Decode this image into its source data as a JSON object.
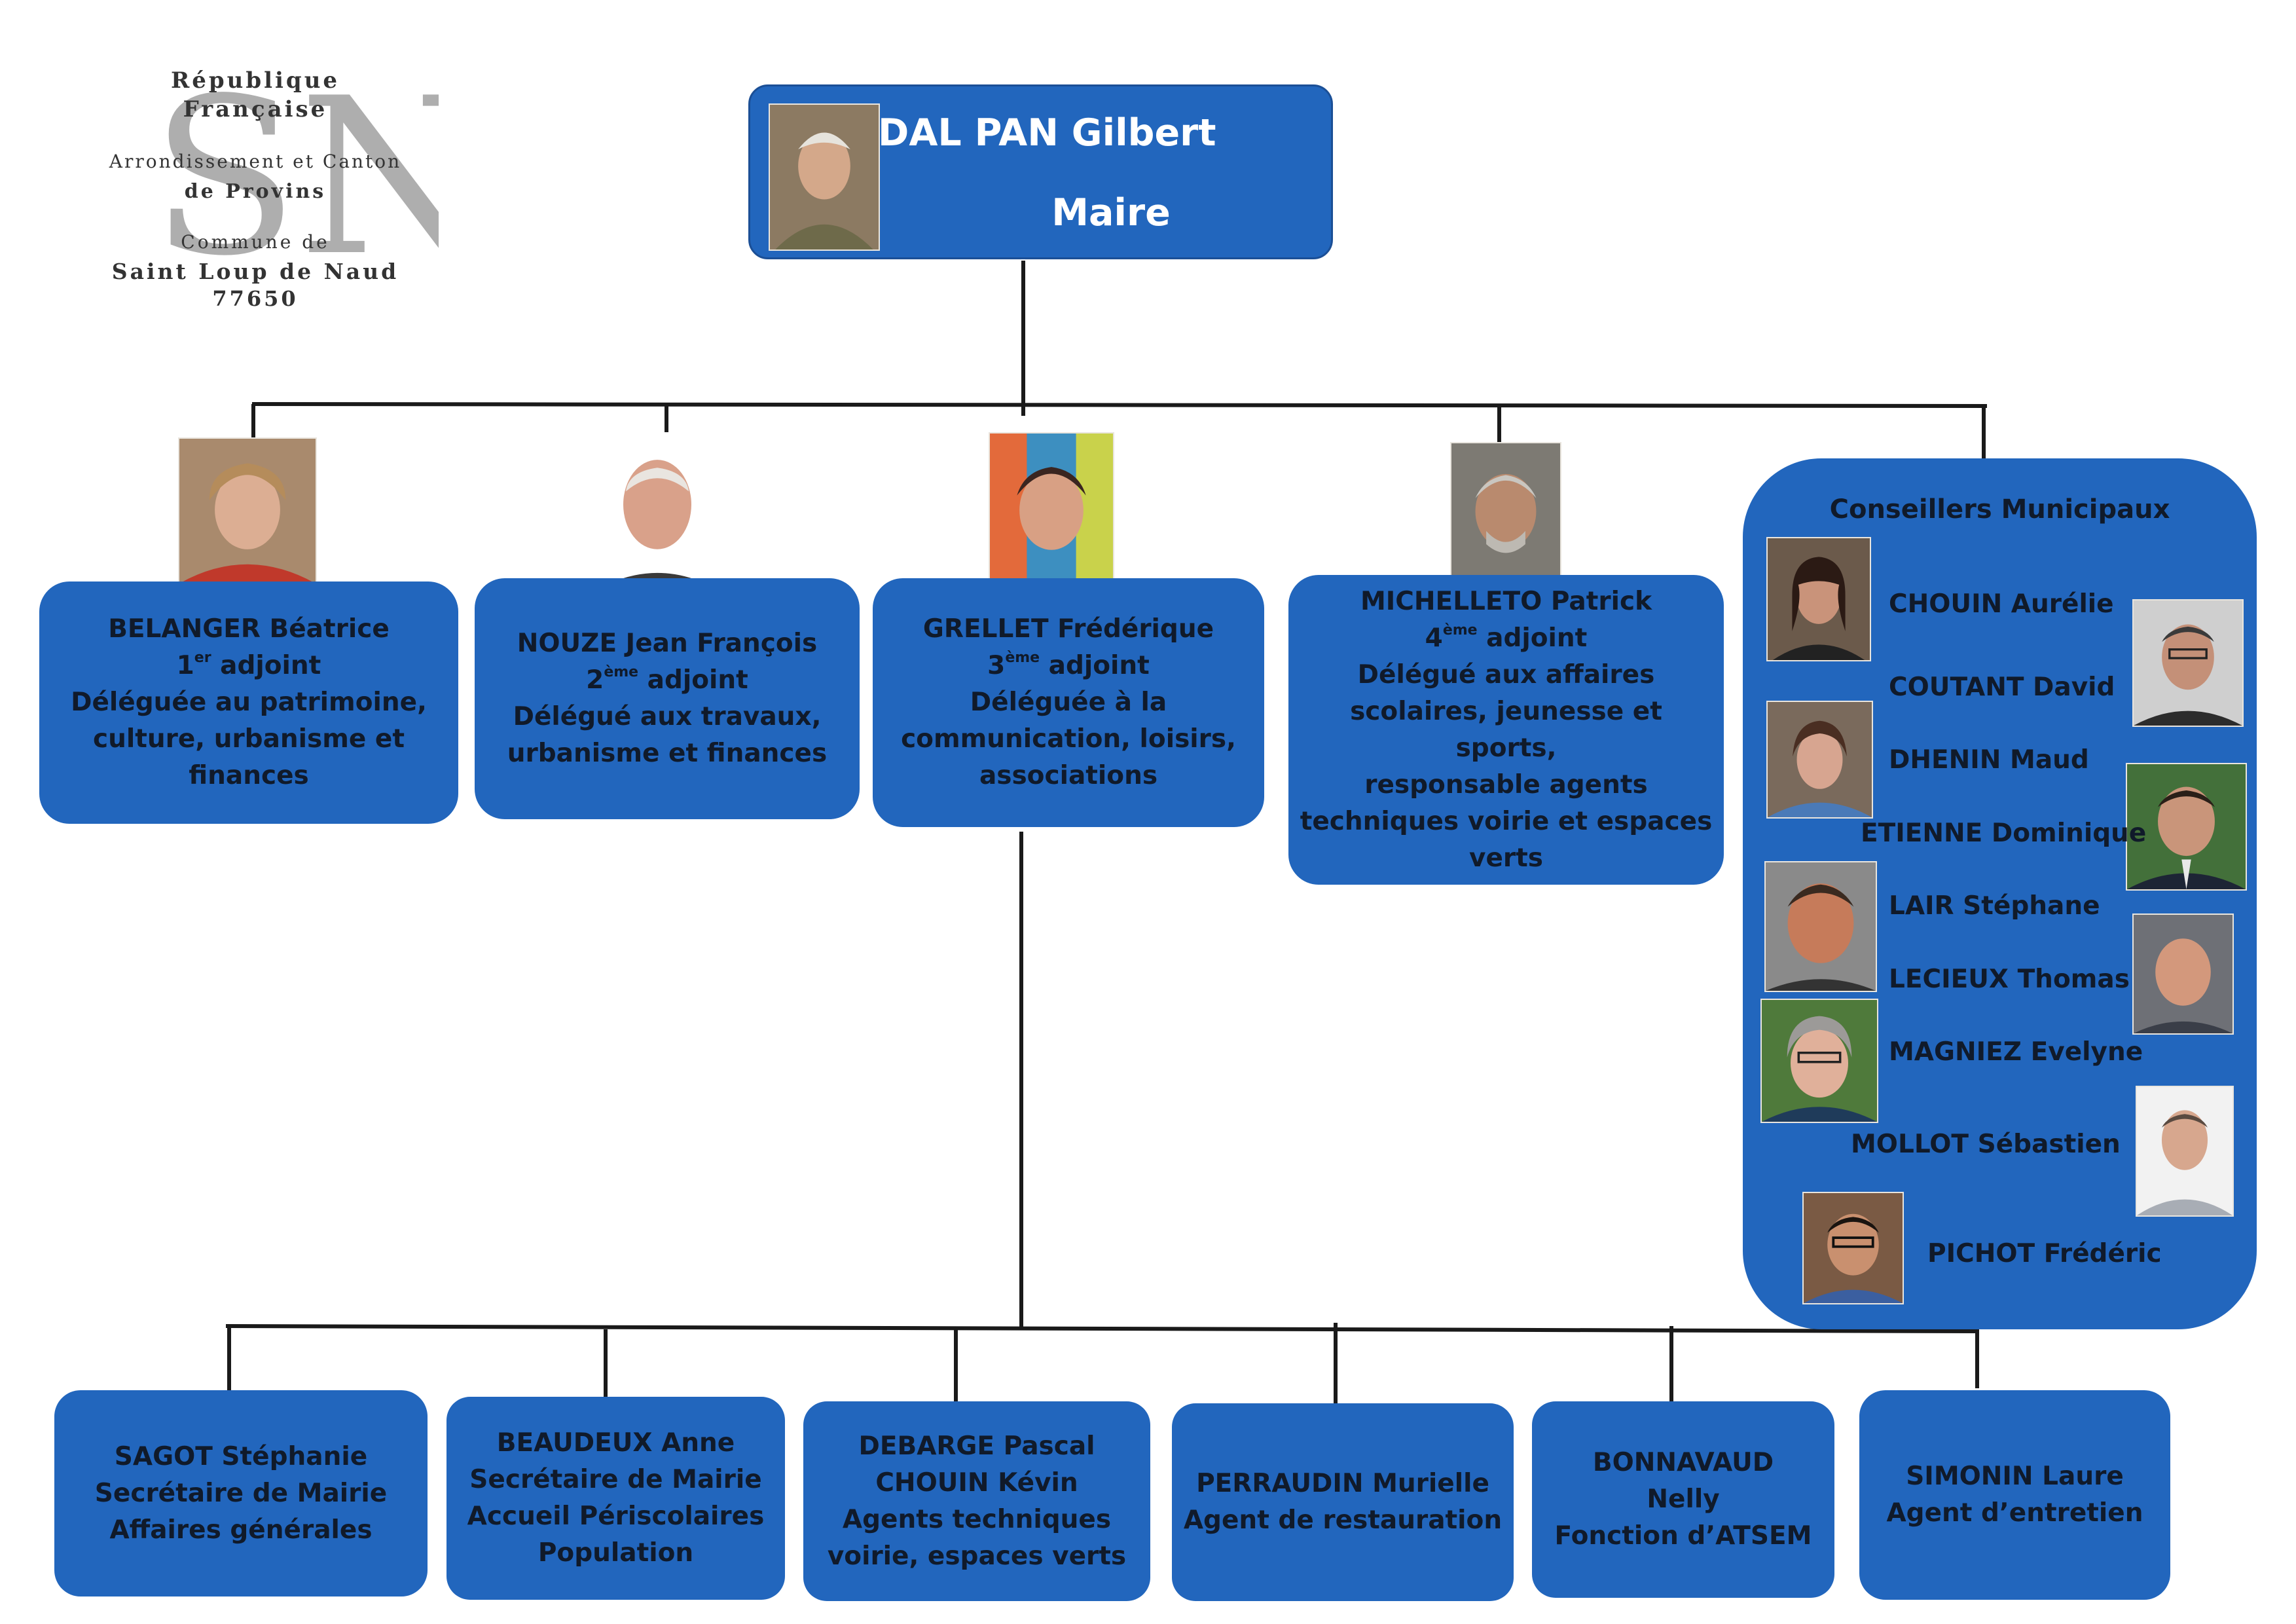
{
  "crest": {
    "line1": "République",
    "line2": "Française",
    "line3": "Arrondissement et Canton",
    "line4": "de Provins",
    "line5": "Commune de",
    "line6": "Saint Loup de Naud",
    "line7": "77650",
    "monogram": "SN"
  },
  "mayor": {
    "name": "DAL PAN Gilbert",
    "role": "Maire"
  },
  "adjoints": [
    {
      "name": "BELANGER Béatrice",
      "rank_num": "1",
      "rank_sup": "er",
      "rank_word": "adjoint",
      "lines": [
        "Déléguée au patrimoine,",
        "culture, urbanisme et",
        "finances"
      ]
    },
    {
      "name": "NOUZE Jean François",
      "rank_num": "2",
      "rank_sup": "ème",
      "rank_word": "adjoint",
      "lines": [
        "Délégué aux travaux,",
        "urbanisme et finances"
      ]
    },
    {
      "name": "GRELLET Frédérique",
      "rank_num": "3",
      "rank_sup": "ème",
      "rank_word": "adjoint",
      "lines": [
        "Déléguée à la",
        "communication, loisirs,",
        "associations"
      ]
    },
    {
      "name": "MICHELLETO Patrick",
      "rank_num": "4",
      "rank_sup": "ème",
      "rank_word": "adjoint",
      "lines": [
        "Délégué aux affaires",
        "scolaires, jeunesse et sports,",
        "responsable agents",
        "techniques voirie et espaces",
        "verts"
      ]
    }
  ],
  "council": {
    "title": "Conseillers Municipaux",
    "members": [
      "CHOUIN Aurélie",
      "COUTANT David",
      "DHENIN Maud",
      "ETIENNE Dominique",
      "LAIR Stéphane",
      "LECIEUX Thomas",
      "MAGNIEZ Evelyne",
      "MOLLOT Sébastien",
      "PICHOT Frédéric"
    ]
  },
  "staff": [
    {
      "lines": [
        "SAGOT Stéphanie",
        "Secrétaire de Mairie",
        "Affaires générales"
      ]
    },
    {
      "lines": [
        "BEAUDEUX Anne",
        "Secrétaire de Mairie",
        "Accueil Périscolaires",
        "Population"
      ]
    },
    {
      "lines": [
        "DEBARGE Pascal",
        "CHOUIN Kévin",
        "Agents techniques",
        "voirie, espaces verts"
      ]
    },
    {
      "lines": [
        "PERRAUDIN Murielle",
        "Agent de restauration"
      ]
    },
    {
      "lines": [
        "BONNAVAUD",
        "Nelly",
        "Fonction d’ATSEM"
      ]
    },
    {
      "lines": [
        "SIMONIN Laure",
        "Agent d’entretien"
      ]
    }
  ],
  "colors": {
    "box": "#2266bd",
    "box_text": "#101a2a",
    "mayor_text": "#ffffff",
    "lines": "#1a1a1a"
  }
}
